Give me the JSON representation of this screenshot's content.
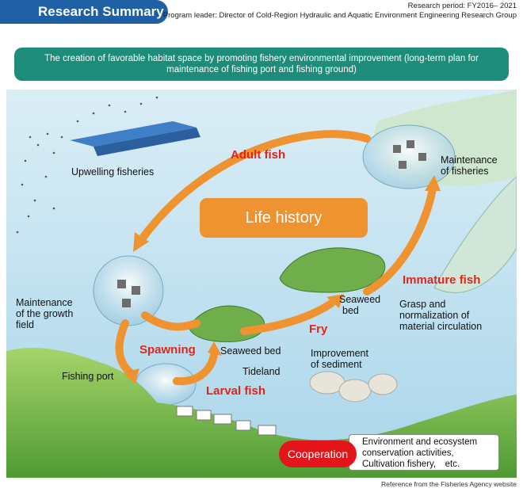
{
  "header": {
    "title": "Research Summary",
    "period": "Research period: FY2016– 2021",
    "leader": "Program leader: Director of Cold-Region Hydraulic and Aquatic Environment Engineering Research Group"
  },
  "banner": "The creation of favorable habitat space by promoting fishery environmental improvement (long-term plan for maintenance of fishing port and fishing ground)",
  "center_label": "Life history",
  "stages": {
    "adult": "Adult fish",
    "immature": "Immature fish",
    "fry": "Fry",
    "spawning": "Spawning",
    "larval": "Larval fish"
  },
  "labels": {
    "upwelling": "Upwelling fisheries",
    "maint_fisheries_1": "Maintenance",
    "maint_fisheries_2": "of fisheries",
    "growth_1": "Maintenance",
    "growth_2": "of the growth",
    "growth_3": "field",
    "seaweed_bed_1": "Seaweed",
    "seaweed_bed_2": "bed",
    "seaweed_bed": "Seaweed bed",
    "grasp_1": "Grasp and",
    "grasp_2": "normalization of",
    "grasp_3": "material circulation",
    "sediment_1": "Improvement",
    "sediment_2": "of sediment",
    "tideland": "Tideland",
    "fishing_port": "Fishing port"
  },
  "cooperation": {
    "label": "Cooperation",
    "line1": "Environment and ecosystem",
    "line2": "conservation activities,",
    "line3": "Cultivation fishery,　etc."
  },
  "reference": "Reference from the Fisheries Agency website",
  "colors": {
    "header": "#1f5fa3",
    "banner": "#1e8c7a",
    "arrow": "#ef9331",
    "stage_text": "#e0251b",
    "cooperation": "#e3151a",
    "sea": "#bfe0ef",
    "land": "#7fbf4a"
  }
}
